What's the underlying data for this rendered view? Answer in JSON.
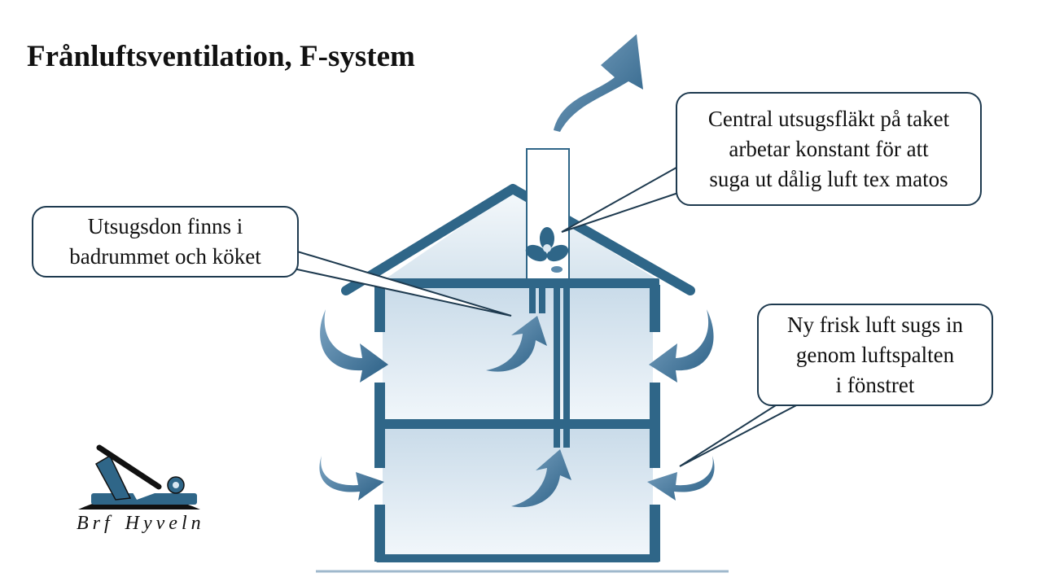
{
  "title": "Frånluftsventilation, F-system",
  "callouts": {
    "fan": [
      "Central utsugsfläkt på taket",
      "arbetar konstant för att",
      "suga ut dålig luft tex matos"
    ],
    "vent": [
      "Utsugsdon finns i",
      "badrummet och köket"
    ],
    "air": [
      "Ny frisk luft sugs in",
      "genom luftspalten",
      "i fönstret"
    ]
  },
  "logo": {
    "words": [
      "Brf",
      "Hyveln"
    ],
    "icon": "hand-plane-icon"
  },
  "colors": {
    "wall": "#2f6688",
    "arrow": "#2d6a8e",
    "callout_border": "#1e3a4f",
    "room_fill": "#dbe8f2"
  }
}
